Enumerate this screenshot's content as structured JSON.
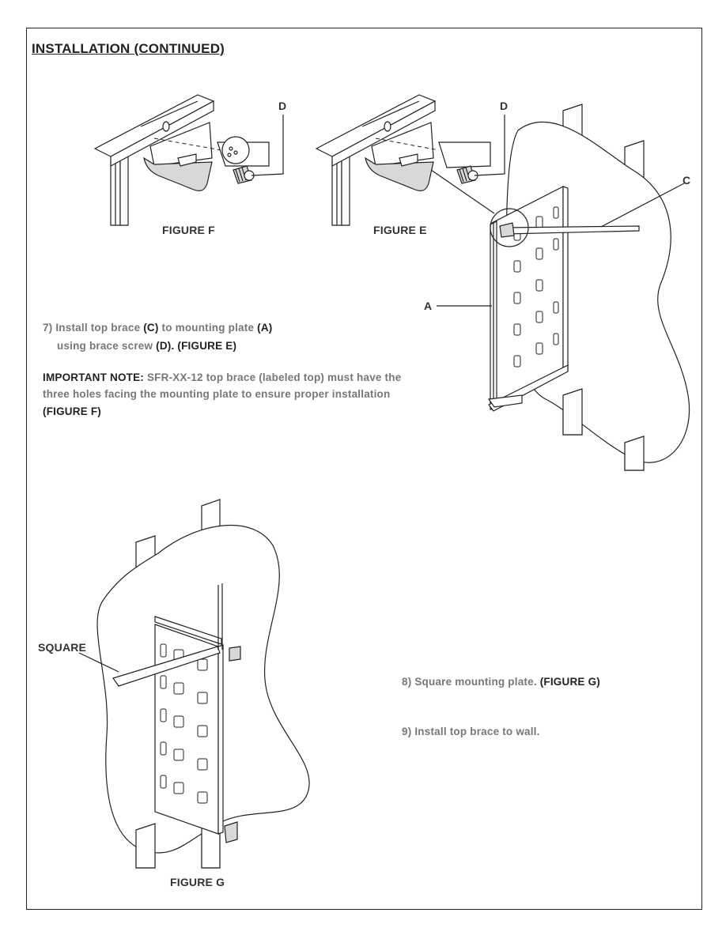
{
  "page": {
    "title": "INSTALLATION (CONTINUED)"
  },
  "figures": {
    "f": {
      "caption": "FIGURE F",
      "callout_d": "D"
    },
    "e": {
      "caption": "FIGURE E",
      "callout_d": "D"
    },
    "wall_top": {
      "callout_c": "C",
      "callout_a": "A"
    },
    "g": {
      "caption": "FIGURE G",
      "callout_square": "SQUARE"
    }
  },
  "steps": {
    "step7": {
      "line1_prefix": "7) Install top brace ",
      "line1_c": "(C)",
      "line1_mid": " to mounting plate ",
      "line1_a": "(A)",
      "line2_prefix": "using brace screw ",
      "line2_d": "(D). (FIGURE E)"
    },
    "note": {
      "label": "IMPORTANT NOTE:",
      "line1_rest": " SFR-XX-12 top brace (labeled top) must have the",
      "line2": "three holes facing the mounting plate to ensure proper installation",
      "line3": "(FIGURE F)"
    },
    "step8": {
      "text": "8) Square mounting plate.",
      "ref": " (FIGURE G)"
    },
    "step9": {
      "text": "9) Install top brace to wall."
    }
  }
}
